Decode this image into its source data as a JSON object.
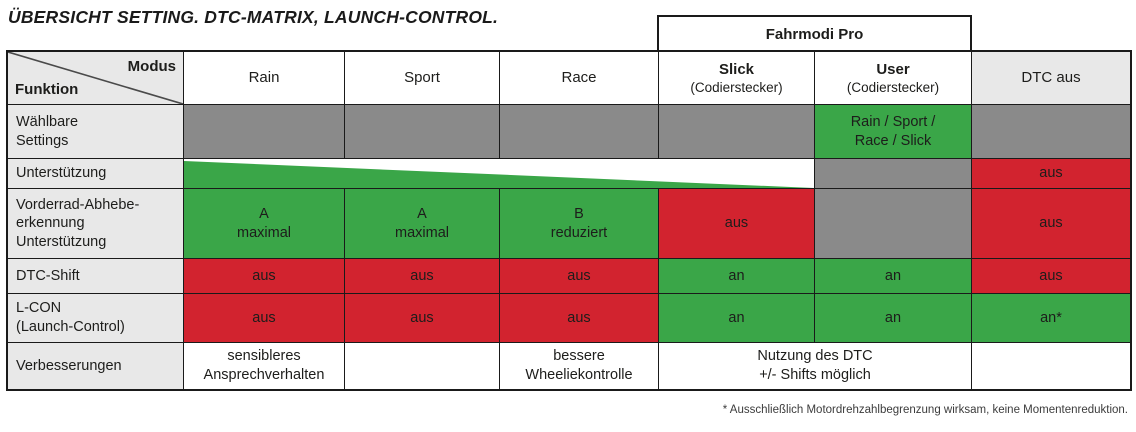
{
  "title": "ÜBERSICHT SETTING. DTC-MATRIX, LAUNCH-CONTROL.",
  "fahrmodi_pro_label": "Fahrmodi Pro",
  "footnote": "* Ausschließlich Motordrehzahlbegrenzung wirksam, keine Momentenreduktion.",
  "palette": {
    "green": "#3aa648",
    "red": "#d2232f",
    "gray": "#8a8a8a",
    "label_gray": "#e8e8e8",
    "border": "#1a1a1a",
    "text": "#1d1d1b"
  },
  "header": {
    "modus": "Modus",
    "funktion": "Funktion",
    "columns": [
      {
        "title": "Rain",
        "sub": "",
        "state": "white"
      },
      {
        "title": "Sport",
        "sub": "",
        "state": "white"
      },
      {
        "title": "Race",
        "sub": "",
        "state": "white"
      },
      {
        "title": "Slick",
        "sub": "(Codierstecker)",
        "state": "white"
      },
      {
        "title": "User",
        "sub": "(Codierstecker)",
        "state": "white"
      },
      {
        "title": "DTC aus",
        "sub": "",
        "state": "lightgray"
      }
    ]
  },
  "rows": [
    {
      "label": "Wählbare\nSettings",
      "cells": [
        {
          "text": "",
          "state": "gray"
        },
        {
          "text": "",
          "state": "gray"
        },
        {
          "text": "",
          "state": "gray"
        },
        {
          "text": "",
          "state": "gray"
        },
        {
          "text": "Rain / Sport /\nRace / Slick",
          "state": "green"
        },
        {
          "text": "",
          "state": "gray"
        }
      ]
    },
    {
      "label": "Unterstützung",
      "cells": [
        {
          "text": "",
          "state": "wedge"
        },
        {
          "text": "",
          "state": "gray"
        },
        {
          "text": "aus",
          "state": "red"
        }
      ]
    },
    {
      "label": "Vorderrad-Abhebe-\nerkennung\nUnterstützung",
      "cells": [
        {
          "text": "A\nmaximal",
          "state": "green"
        },
        {
          "text": "A\nmaximal",
          "state": "green"
        },
        {
          "text": "B\nreduziert",
          "state": "green"
        },
        {
          "text": "aus",
          "state": "red"
        },
        {
          "text": "",
          "state": "gray"
        },
        {
          "text": "aus",
          "state": "red"
        }
      ]
    },
    {
      "label": "DTC-Shift",
      "cells": [
        {
          "text": "aus",
          "state": "red"
        },
        {
          "text": "aus",
          "state": "red"
        },
        {
          "text": "aus",
          "state": "red"
        },
        {
          "text": "an",
          "state": "green"
        },
        {
          "text": "an",
          "state": "green"
        },
        {
          "text": "aus",
          "state": "red"
        }
      ]
    },
    {
      "label": "L-CON\n(Launch-Control)",
      "cells": [
        {
          "text": "aus",
          "state": "red"
        },
        {
          "text": "aus",
          "state": "red"
        },
        {
          "text": "aus",
          "state": "red"
        },
        {
          "text": "an",
          "state": "green"
        },
        {
          "text": "an",
          "state": "green"
        },
        {
          "text": "an*",
          "state": "green"
        }
      ]
    },
    {
      "label": "Verbesserungen",
      "cells": [
        {
          "text": "sensibleres\nAnsprechverhalten",
          "state": "white"
        },
        {
          "text": "",
          "state": "white"
        },
        {
          "text": "bessere\nWheeliekontrolle",
          "state": "white"
        },
        {
          "text": "Nutzung des DTC\n+/- Shifts möglich",
          "state": "white"
        },
        {
          "text": "",
          "state": "white"
        }
      ]
    }
  ]
}
